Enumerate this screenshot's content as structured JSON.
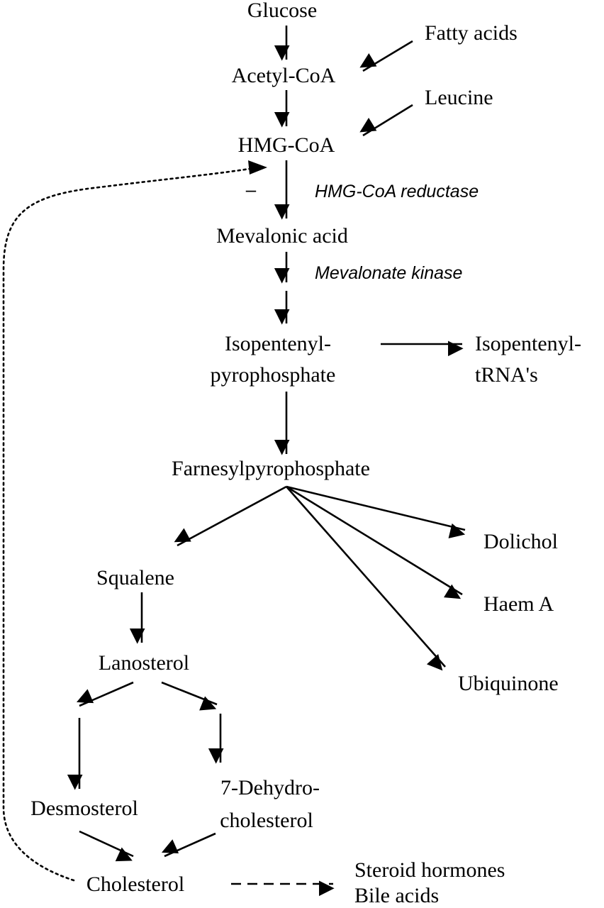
{
  "nodes": {
    "glucose": "Glucose",
    "fatty_acids": "Fatty acids",
    "acetyl_coa": "Acetyl-CoA",
    "leucine": "Leucine",
    "hmg_coa": "HMG-CoA",
    "mevalonic_acid": "Mevalonic acid",
    "isopentenyl_pp_line1": "Isopentenyl-",
    "isopentenyl_pp_line2": "pyrophosphate",
    "isopentenyl_trna_line1": "Isopentenyl-",
    "isopentenyl_trna_line2": "tRNA's",
    "farnesyl_pp": "Farnesylpyrophosphate",
    "dolichol": "Dolichol",
    "haem_a": "Haem A",
    "ubiquinone": "Ubiquinone",
    "squalene": "Squalene",
    "lanosterol": "Lanosterol",
    "desmosterol": "Desmosterol",
    "dehydro_line1": "7-Dehydro-",
    "dehydro_line2": "cholesterol",
    "cholesterol": "Cholesterol",
    "steroid_hormones": "Steroid hormones",
    "bile_acids": "Bile acids"
  },
  "enzymes": {
    "hmg_coa_reductase": "HMG-CoA reductase",
    "mevalonate_kinase": "Mevalonate kinase"
  },
  "feedback_sign": "–"
}
